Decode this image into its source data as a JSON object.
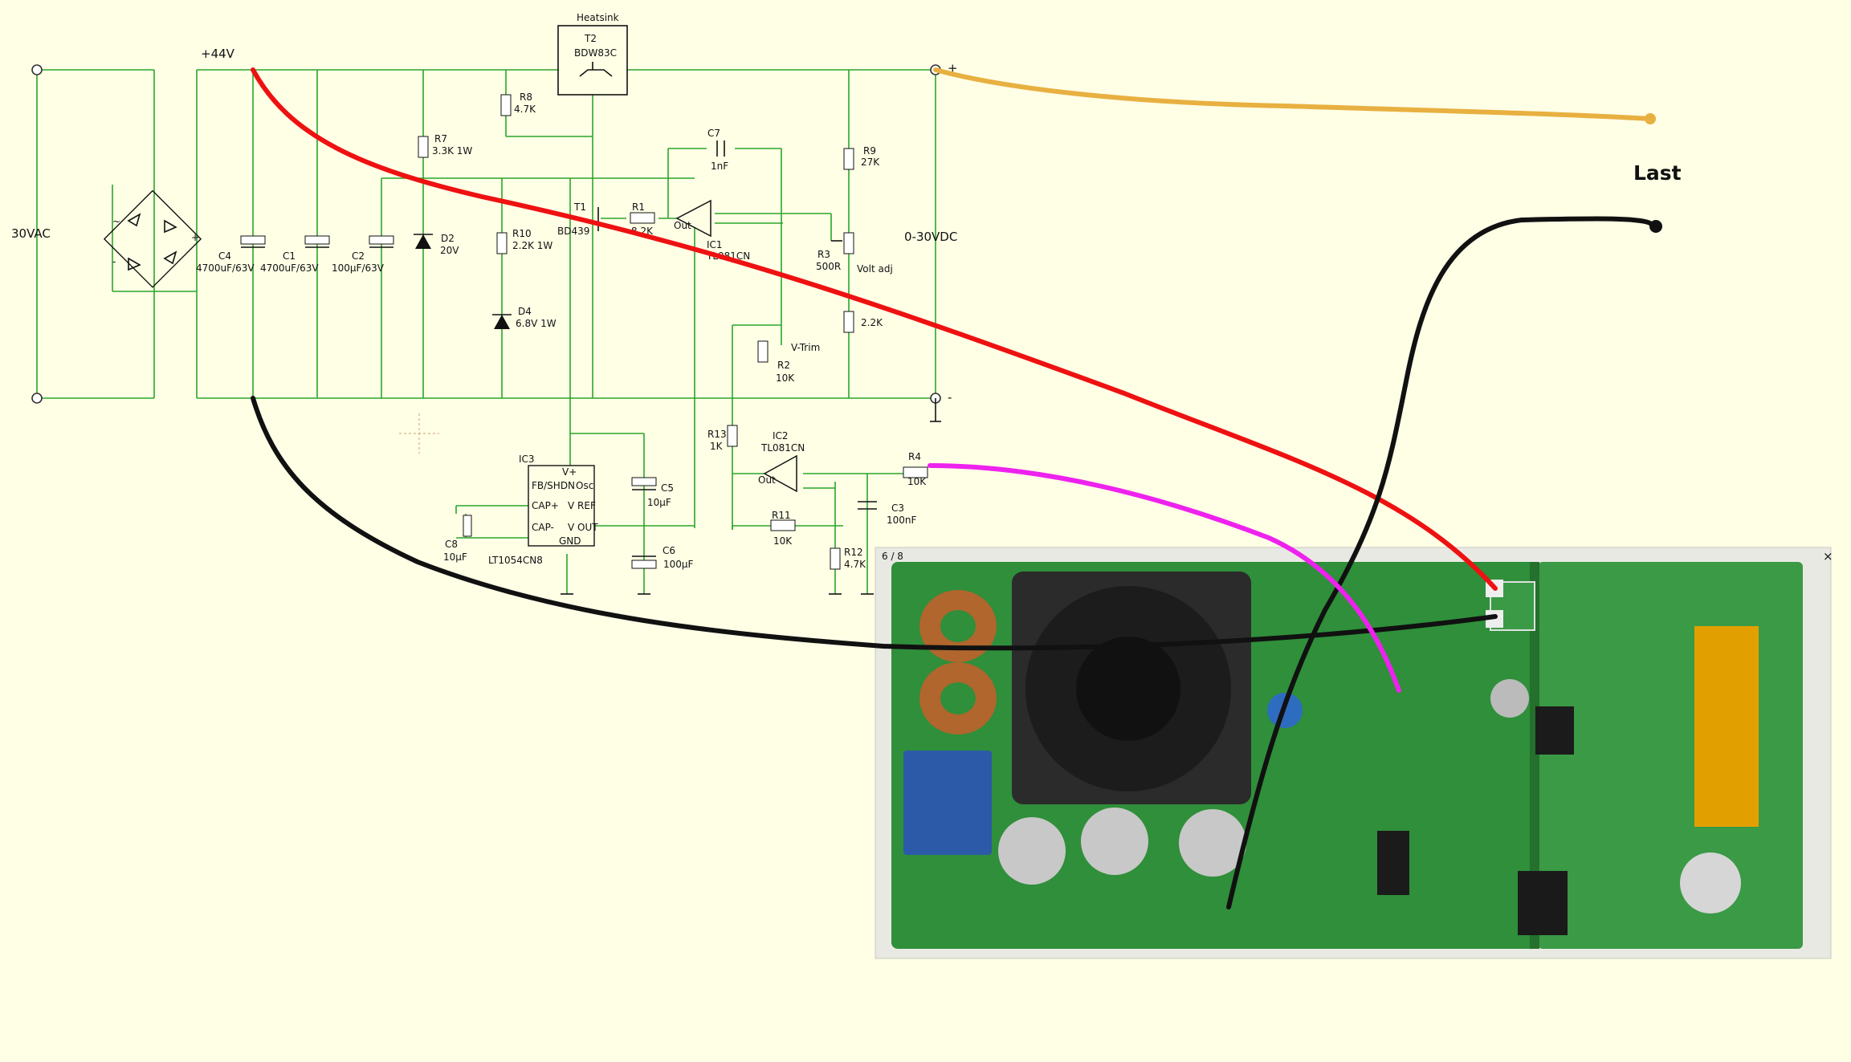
{
  "labels": {
    "v44": "+44V",
    "vac": "30VAC",
    "vdc": "0-30VDC",
    "plus": "+",
    "minus": "-",
    "last": "Last",
    "heatsink": "Heatsink",
    "photo_counter": "6 / 8",
    "close": "×"
  },
  "parts": {
    "t2": "T2",
    "t2v": "BDW83C",
    "r8": "R8",
    "r8v": "4.7K",
    "r7": "R7",
    "r7v": "3.3K 1W",
    "c7": "C7",
    "c7v": "1nF",
    "r9": "R9",
    "r9v": "27K",
    "t1": "T1",
    "t1v": "BD439",
    "r1": "R1",
    "r1v": "8.2K",
    "out1": "Out",
    "ic1": "IC1",
    "ic1v": "TL081CN",
    "r3": "R3",
    "r3v": "500R",
    "voltadj": "Volt adj",
    "r10": "R10",
    "r10v": "2.2K 1W",
    "d2": "D2",
    "d2v": "20V",
    "c4": "C4",
    "c4v": "4700uF/63V",
    "c1": "C1",
    "c1v": "4700uF/63V",
    "c2": "C2",
    "c2v": "100µF/63V",
    "d4": "D4",
    "d4v": "6.8V 1W",
    "r22v": "2.2K",
    "vtrim": "V-Trim",
    "r2": "R2",
    "r2v": "10K",
    "ic3": "IC3",
    "ic3v": "LT1054CN8",
    "pin_vplus": "V+",
    "pin_fb": "FB/SHDN",
    "pin_osc": "Osc",
    "pin_capp": "CAP+",
    "pin_vref": "V REF",
    "pin_capm": "CAP-",
    "pin_vout": "V OUT",
    "pin_gnd": "GND",
    "c5": "C5",
    "c5v": "10µF",
    "c6": "C6",
    "c6v": "100µF",
    "c8": "C8",
    "c8v": "10µF",
    "r13": "R13",
    "r13v": "1K",
    "ic2": "IC2",
    "ic2v": "TL081CN",
    "out2": "Out",
    "r4": "R4",
    "r4v": "10K",
    "c3": "C3",
    "c3v": "100nF",
    "r11": "R11",
    "r11v": "10K",
    "r12": "R12",
    "r12v": "4.7K"
  },
  "colors": {
    "background": "#ffffe6",
    "schematic_wire": "#2aa52a",
    "wire_red": "#ee1111",
    "wire_black": "#111111",
    "wire_orange": "#e8b040",
    "wire_magenta": "#ee22ee",
    "pcb_green": "#2f8f3a"
  }
}
